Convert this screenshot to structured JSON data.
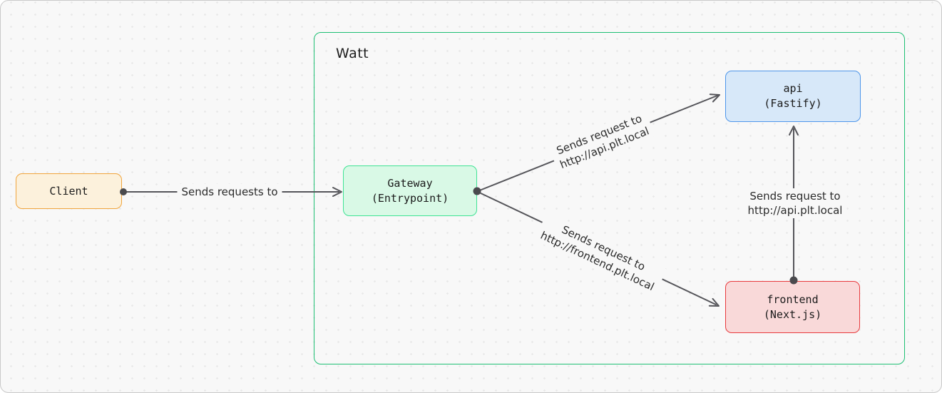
{
  "diagram": {
    "canvas": {
      "background_color": "#f8f8f8",
      "dot_grid_color": "#e9e9e9",
      "frame_border_color": "#c9c9c9",
      "arrow_color": "#55555a"
    },
    "container": {
      "title": "Watt",
      "stroke_color": "#1dbf73"
    },
    "nodes": {
      "client": {
        "label": "Client",
        "fill": "#fcf1dc",
        "stroke": "#f0a43c"
      },
      "gateway": {
        "line1": "Gateway",
        "line2": "(Entrypoint)",
        "fill": "#d9f9e6",
        "stroke": "#3fe394"
      },
      "api": {
        "line1": "api",
        "line2": "(Fastify)",
        "fill": "#d7e8f9",
        "stroke": "#4e96ea"
      },
      "frontend": {
        "line1": "frontend",
        "line2": "(Next.js)",
        "fill": "#f9d9d9",
        "stroke": "#e83a3d"
      }
    },
    "edges": {
      "client_to_gateway": {
        "label": "Sends requests to"
      },
      "gateway_to_api": {
        "line1": "Sends request to",
        "line2": "http://api.plt.local"
      },
      "gateway_to_frontend": {
        "line1": "Sends request to",
        "line2": "http://frontend.plt.local"
      },
      "frontend_to_api": {
        "line1": "Sends request to",
        "line2": "http://api.plt.local"
      }
    }
  }
}
